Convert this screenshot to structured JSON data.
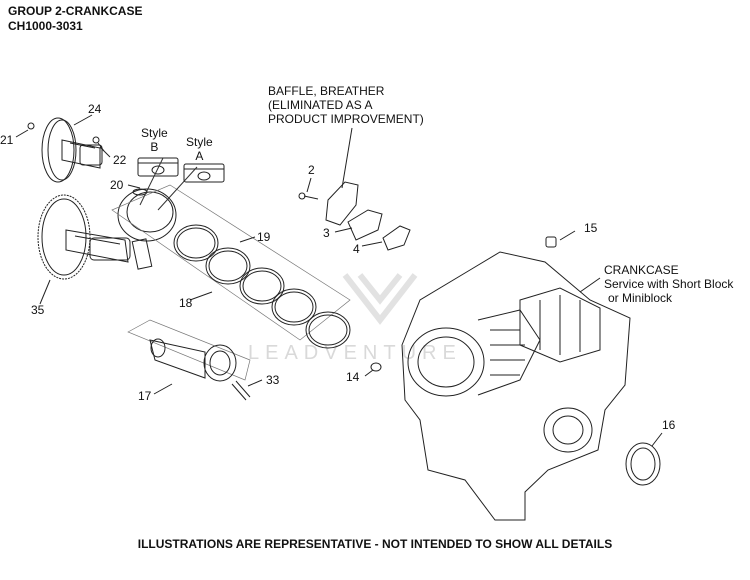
{
  "header": {
    "title": "GROUP 2-CRANKCASE",
    "model": "CH1000-3031"
  },
  "labels": {
    "baffle": [
      "BAFFLE, BREATHER",
      "(ELIMINATED AS A",
      "PRODUCT IMPROVEMENT)"
    ],
    "crankcase": [
      "CRANKCASE",
      "Service with Short Block",
      "or Miniblock"
    ],
    "style_b": [
      "Style",
      "B"
    ],
    "style_a": [
      "Style",
      "A"
    ]
  },
  "callouts": [
    "21",
    "24",
    "22",
    "20",
    "35",
    "19",
    "18",
    "17",
    "33",
    "2",
    "3",
    "4",
    "15",
    "14",
    "16"
  ],
  "watermark": "LEADVENTURE",
  "footer": "ILLUSTRATIONS ARE REPRESENTATIVE - NOT INTENDED TO SHOW ALL DETAILS"
}
